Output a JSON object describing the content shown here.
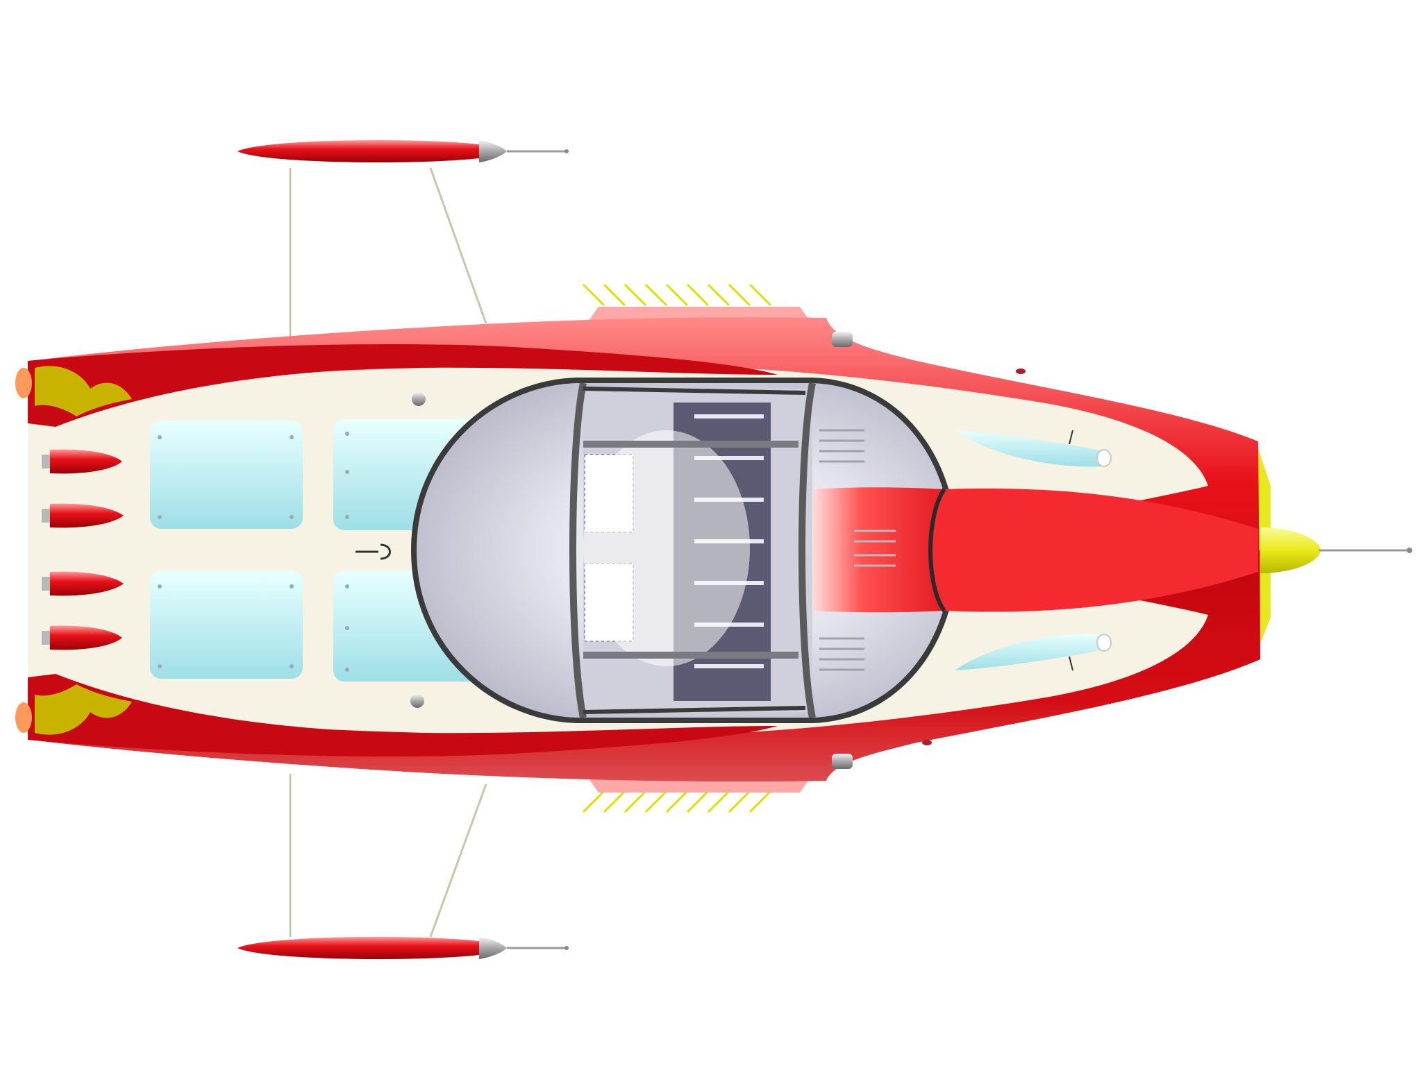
{
  "image": {
    "subject": "rocket-car",
    "view": "top",
    "background": "#ffffff"
  },
  "colors": {
    "body_red": "#e8121a",
    "body_red_light": "#ff6a6a",
    "body_red_dark": "#a80008",
    "deck_cream": "#f6f3e4",
    "panel_cyan": "#bff2f2",
    "canopy_silver": "#d8d8e4",
    "canopy_frame": "#3a3a3a",
    "fin_pink": "#ffa0a0",
    "nose_yellow": "#f0f020",
    "pod_ice": "#bfeef2",
    "strut": "#c8c8a8"
  },
  "icons": {
    "nose_cone": "cone-shape",
    "wing_pods": "torpedo-shape",
    "exhausts": "capsule-shape",
    "vents": "hatch-lines"
  }
}
